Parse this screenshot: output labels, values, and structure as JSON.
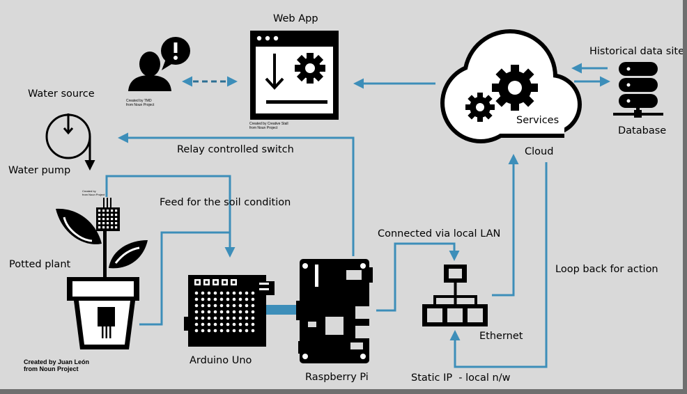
{
  "labels": {
    "web_app": "Web App",
    "water_source": "Water source",
    "water_pump": "Water pump",
    "relay": "Relay controlled switch",
    "feed": "Feed for the soil condition",
    "potted_plant": "Potted plant",
    "arduino": "Arduino Uno",
    "raspberry": "Raspberry Pi",
    "lan": "Connected via local LAN",
    "ethernet": "Ethernet",
    "static_ip": "Static IP  - local n/w",
    "loop_back": "Loop back for action",
    "historical": "Historical data site",
    "database": "Database",
    "cloud": "Cloud",
    "services": "Services"
  },
  "credits": {
    "tmd_1": "Created by TMD",
    "tmd_2": "from Noun Project",
    "creative_stall_1": "Created by Creative Stall",
    "creative_stall_2": "from Noun Project",
    "juan_leon_1": "Created by Juan León",
    "juan_leon_2": "from Noun Project",
    "sensor_1": "Created by",
    "sensor_2": "from Noun Project"
  },
  "colors": {
    "connector": "#3d8eb9",
    "icon": "#000000",
    "background": "#d9d9d9",
    "frame": "#6f6f6f"
  }
}
